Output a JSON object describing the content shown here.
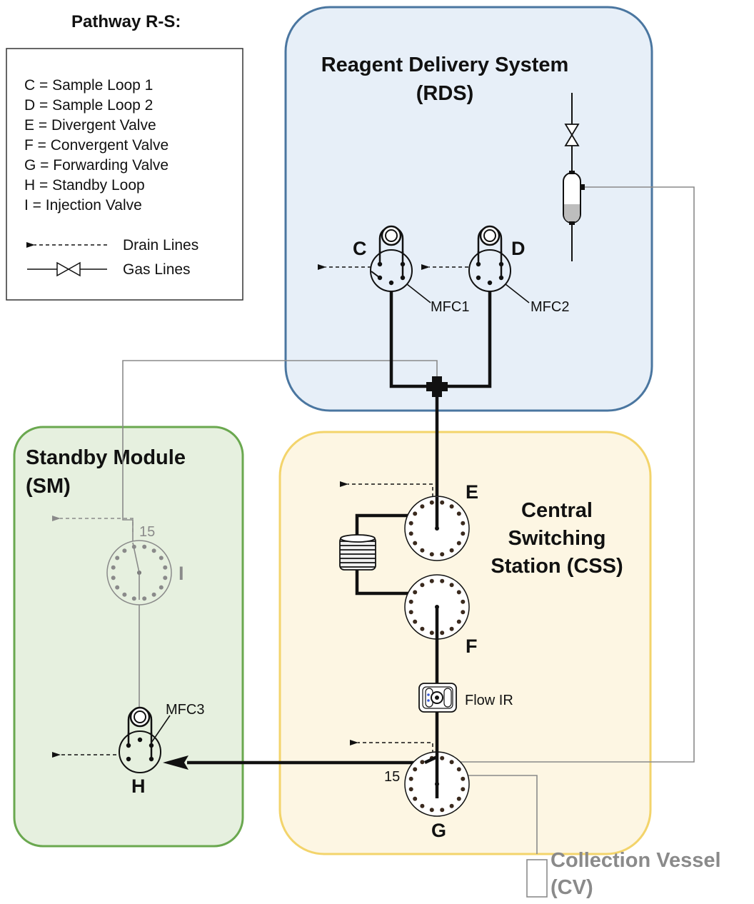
{
  "title": "Pathway R-S:",
  "legend": {
    "items": [
      "C = Sample Loop 1",
      "D = Sample Loop 2",
      "E = Divergent Valve",
      "F = Convergent Valve",
      "G = Forwarding Valve",
      "H = Standby Loop",
      "I  = Injection Valve"
    ],
    "drain_label": "Drain Lines",
    "gas_label": "Gas Lines"
  },
  "modules": {
    "rds": {
      "line1": "Reagent Delivery System",
      "line2": "(RDS)",
      "fill": "#e7eff8",
      "stroke": "#4a76a0"
    },
    "sm": {
      "line1": "Standby Module",
      "line2": "(SM)",
      "fill": "#e6f0df",
      "stroke": "#6aa84f"
    },
    "css": {
      "line1": "Central",
      "line2": "Switching",
      "line3": "Station (CSS)",
      "fill": "#fdf6e3",
      "stroke": "#f3d46b"
    },
    "cv": {
      "line1": "Collection Vessel",
      "line2": "(CV)"
    }
  },
  "labels": {
    "c": "C",
    "d": "D",
    "e": "E",
    "f": "F",
    "g": "G",
    "h": "H",
    "i": "I",
    "mfc1": "MFC1",
    "mfc2": "MFC2",
    "mfc3": "MFC3",
    "flow_ir": "Flow IR",
    "port_15_i": "15",
    "port_15_g": "15"
  }
}
